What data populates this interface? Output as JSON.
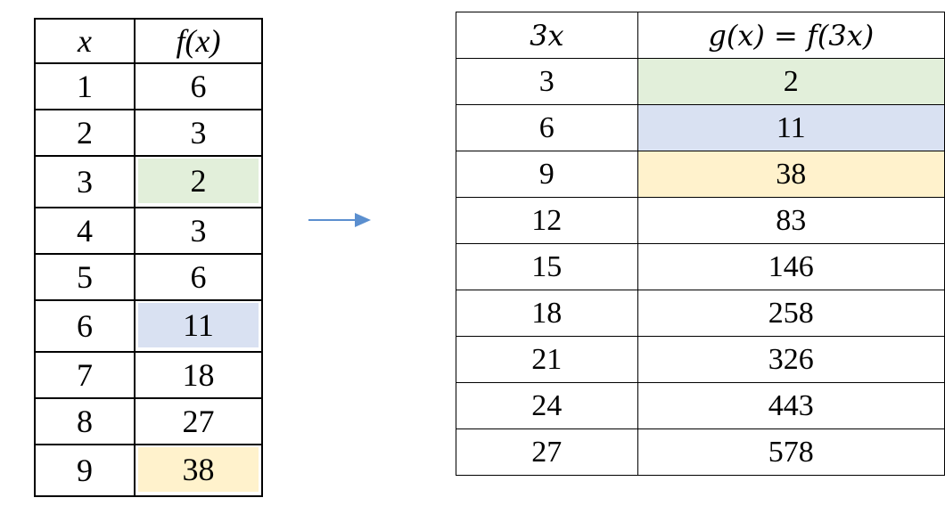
{
  "colors": {
    "green": "#e2efda",
    "blue": "#d9e1f2",
    "orange": "#fff2cc",
    "arrow": "#5b8fcf"
  },
  "left_table": {
    "headers": [
      "x",
      "f(x)"
    ],
    "rows": [
      {
        "x": "1",
        "fx": "6",
        "highlight": ""
      },
      {
        "x": "2",
        "fx": "3",
        "highlight": ""
      },
      {
        "x": "3",
        "fx": "2",
        "highlight": "green"
      },
      {
        "x": "4",
        "fx": "3",
        "highlight": ""
      },
      {
        "x": "5",
        "fx": "6",
        "highlight": ""
      },
      {
        "x": "6",
        "fx": "11",
        "highlight": "blue"
      },
      {
        "x": "7",
        "fx": "18",
        "highlight": ""
      },
      {
        "x": "8",
        "fx": "27",
        "highlight": ""
      },
      {
        "x": "9",
        "fx": "38",
        "highlight": "orange"
      }
    ]
  },
  "right_table": {
    "headers": [
      "3x",
      "g(x) = f(3x)"
    ],
    "rows": [
      {
        "x": "3",
        "gx": "2",
        "highlight": "green"
      },
      {
        "x": "6",
        "gx": "11",
        "highlight": "blue"
      },
      {
        "x": "9",
        "gx": "38",
        "highlight": "orange"
      },
      {
        "x": "12",
        "gx": "83",
        "highlight": ""
      },
      {
        "x": "15",
        "gx": "146",
        "highlight": ""
      },
      {
        "x": "18",
        "gx": "258",
        "highlight": ""
      },
      {
        "x": "21",
        "gx": "326",
        "highlight": ""
      },
      {
        "x": "24",
        "gx": "443",
        "highlight": ""
      },
      {
        "x": "27",
        "gx": "578",
        "highlight": ""
      }
    ]
  }
}
